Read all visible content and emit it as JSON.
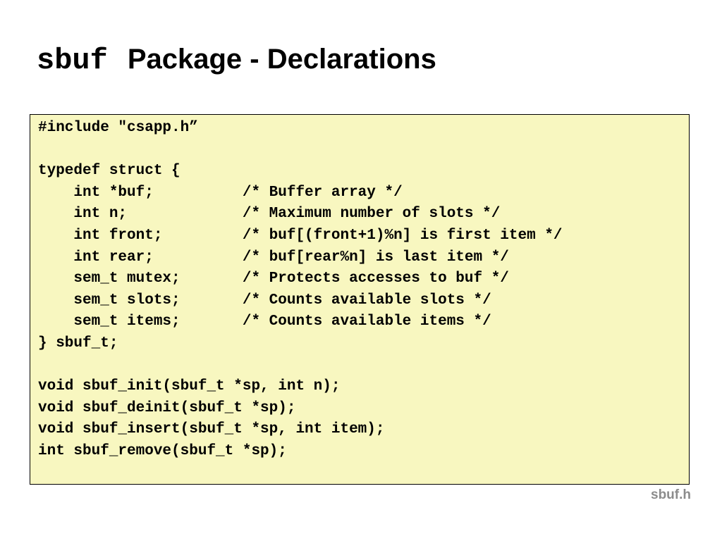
{
  "slide": {
    "title_code": "sbuf",
    "title_text": "Package - Declarations",
    "file_label": "sbuf.h"
  },
  "code": {
    "lines": [
      "#include \"csapp.h”",
      "",
      "typedef struct {",
      "    int *buf;          /* Buffer array */",
      "    int n;             /* Maximum number of slots */",
      "    int front;         /* buf[(front+1)%n] is first item */",
      "    int rear;          /* buf[rear%n] is last item */",
      "    sem_t mutex;       /* Protects accesses to buf */",
      "    sem_t slots;       /* Counts available slots */",
      "    sem_t items;       /* Counts available items */",
      "} sbuf_t;",
      "",
      "void sbuf_init(sbuf_t *sp, int n);",
      "void sbuf_deinit(sbuf_t *sp);",
      "void sbuf_insert(sbuf_t *sp, int item);",
      "int sbuf_remove(sbuf_t *sp);"
    ]
  },
  "colors": {
    "code_background": "#f8f7c0",
    "code_border": "#000000",
    "file_label": "#8c8c8c"
  }
}
